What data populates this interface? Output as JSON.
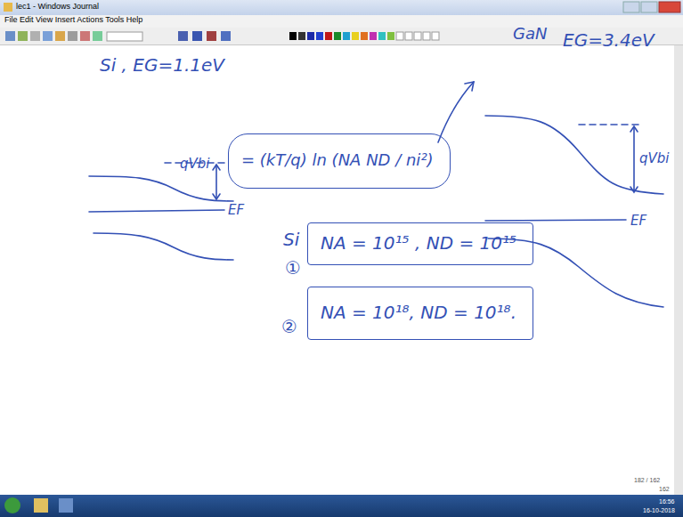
{
  "diagram": {
    "nodes": [
      {
        "text": [
          "= (kT/q) ln (NA ND / ni²)"
        ]
      },
      {
        "text": [
          "NA = 10¹⁵ , ND = 10¹⁵"
        ]
      },
      {
        "text": [
          "NA = 10¹⁸, ND = 10¹⁸."
        ]
      }
    ],
    "labels": [
      "lec1 - Windows Journal",
      "File  Edit  View  Insert  Actions  Tools  Help",
      "Si , EG=1.1eV",
      "qVbi",
      "EF",
      "GaN",
      "EG=3.4eV",
      "qVbi",
      "EF",
      "Si",
      "①",
      "②",
      "182 / 162",
      "162",
      "16:56",
      "16-10-2018"
    ]
  }
}
